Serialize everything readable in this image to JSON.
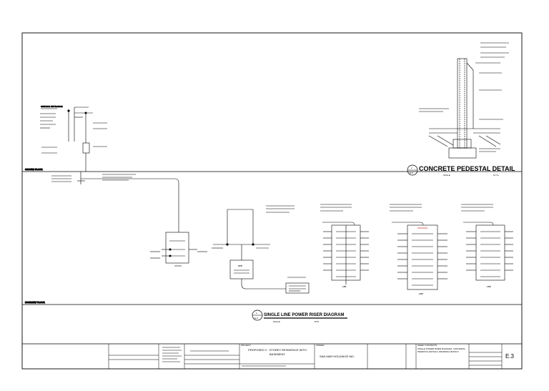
{
  "detail_title": "CONCRETE PEDESTAL DETAIL",
  "detail_number": "2",
  "detail_sheet": "E-3",
  "detail_scale_label": "SCALE",
  "detail_scale_value": "N.T.S.",
  "riser_title": "SINGLE LINE POWER RISER DIAGRAM",
  "riser_number": "1",
  "riser_sheet": "E-3",
  "riser_scale_label": "SCALE",
  "riser_scale_value": "NTS",
  "service_entrance_label": "SERVICE ENTRANCE",
  "ground_floor_label": "GROUND FLOOR",
  "basement_floor_label": "BASEMENT FLOOR",
  "panels": [
    "LP1",
    "LP2",
    "LP3"
  ],
  "ats_label": "ATS",
  "title_block": {
    "project_name": "PROPOSED 2 - STOREY RESIDENCE WITH BASEMENT",
    "owner": "SAN MAR HOLDINGS INC.",
    "sheet_contents": "SINGLE POWER RISER DIAGRAM, CONCRETE PEDESTAL DETAILS, DRAWING DETAILS",
    "sheet_number": "E.3",
    "project_label": "PROJECT",
    "owner_label": "OWNER",
    "contents_label": "SHEET CONTENTS"
  },
  "colors": {
    "line": "#000000",
    "paper": "#ffffff",
    "accent": "#cc0000"
  }
}
